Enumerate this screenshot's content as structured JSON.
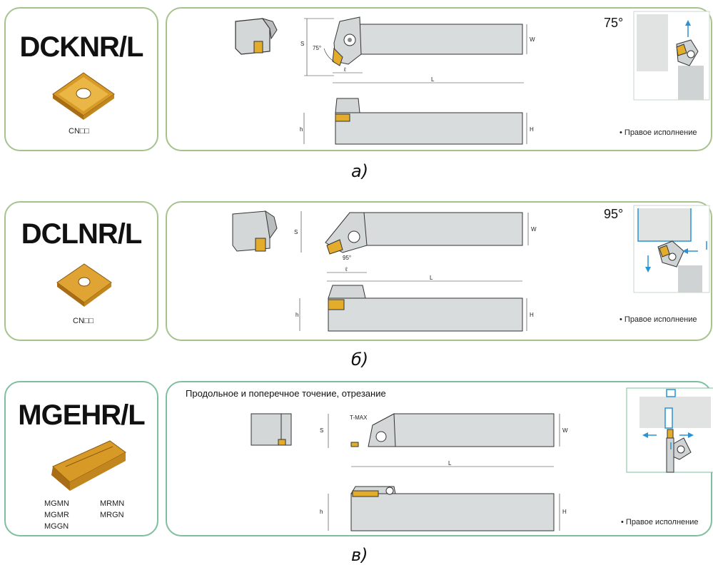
{
  "panels": [
    {
      "tool_code": "DCKNR/L",
      "insert_codes": [
        "CN□□"
      ],
      "angle": "75°",
      "angle_small": "75°",
      "dims": {
        "s": "S",
        "w": "W",
        "l_small": "ℓ",
        "l": "L",
        "h": "h",
        "H": "H"
      },
      "execution": "• Правое исполнение",
      "caption": "а)"
    },
    {
      "tool_code": "DCLNR/L",
      "insert_codes": [
        "CN□□"
      ],
      "angle": "95°",
      "angle_small": "95°",
      "dims": {
        "s": "S",
        "w": "W",
        "l_small": "ℓ",
        "l": "L",
        "h": "h",
        "H": "H"
      },
      "execution": "• Правое исполнение",
      "caption": "б)"
    },
    {
      "tool_code": "MGEHR/L",
      "insert_codes": [
        "MGMN",
        "MGMR",
        "MGGN",
        "MRMN",
        "MRGN"
      ],
      "heading": "Продольное и поперечное точение, отрезание",
      "dims": {
        "s": "S",
        "w": "W",
        "t_max": "T-MAX",
        "l": "L",
        "h": "h",
        "H": "H"
      },
      "execution": "• Правое исполнение",
      "caption": "в)"
    }
  ],
  "colors": {
    "green_border": "#a6c38e",
    "teal_border": "#7fbf9e",
    "holder_gray": "#d8dcdc",
    "insert_gold": "#e0a82c",
    "arrow_blue": "#2a93d5"
  }
}
